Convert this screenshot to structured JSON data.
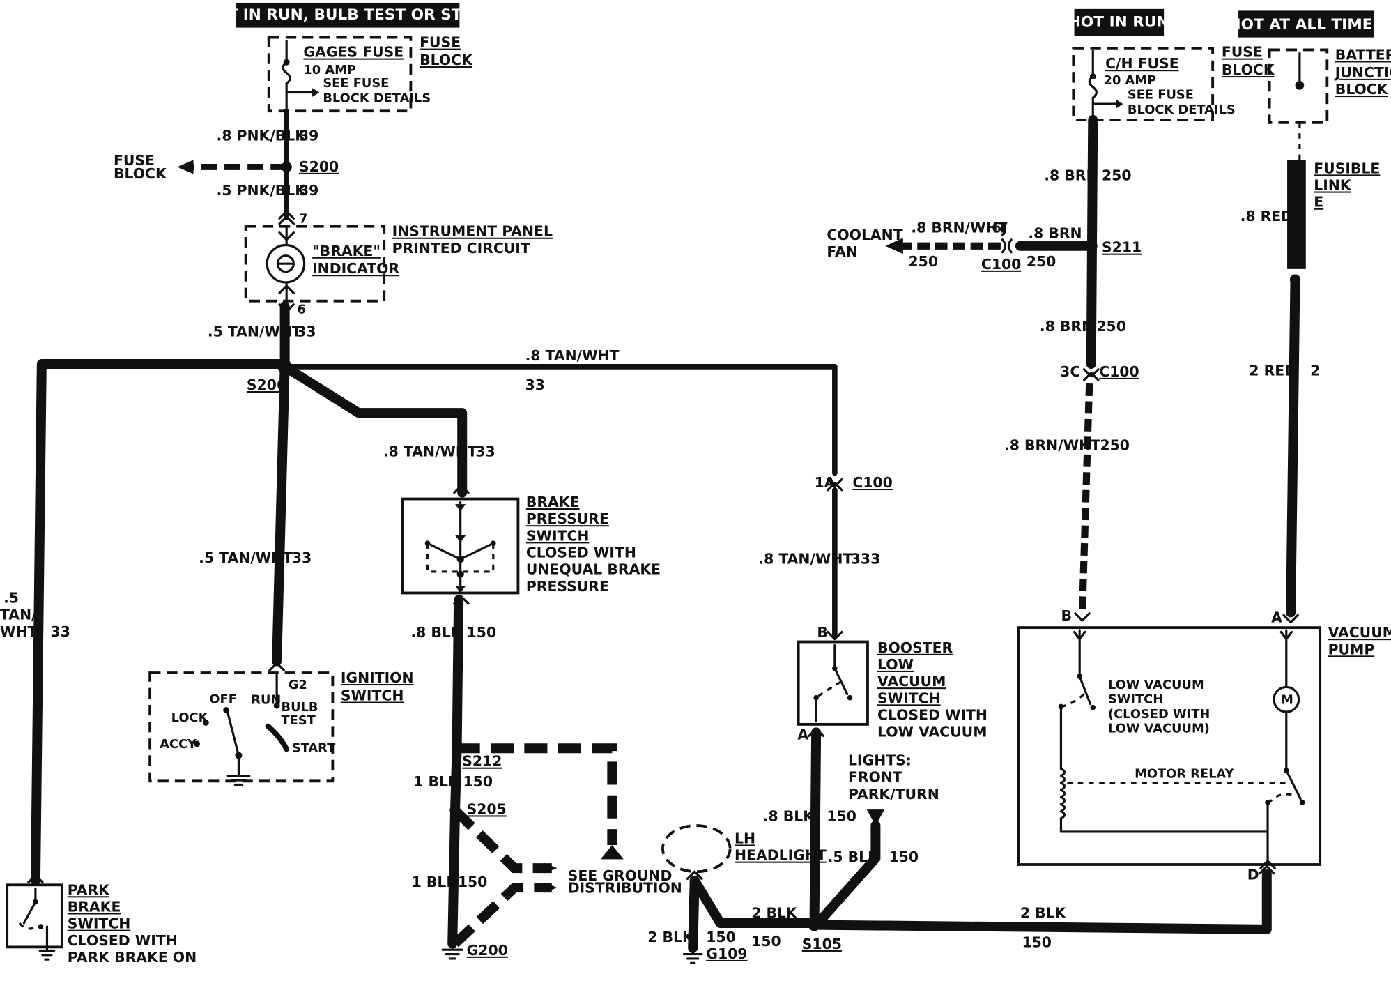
{
  "headers": {
    "run_bulb": "HOT IN RUN, BULB TEST OR START",
    "run": "HOT IN RUN",
    "all_times": "HOT AT ALL TIMES"
  },
  "fuses": {
    "gages_name": "GAGES FUSE",
    "gages_amp": "10 AMP",
    "see_fuse_1": "SEE FUSE",
    "block_details_1": "BLOCK DETAILS",
    "fuse_block_1a": "FUSE",
    "fuse_block_1b": "BLOCK",
    "ch_name": "C/H FUSE",
    "ch_amp": "20 AMP",
    "see_fuse_2": "SEE FUSE",
    "block_details_2": "BLOCK DETAILS",
    "fuse_block_2a": "FUSE",
    "fuse_block_2b": "BLOCK",
    "battery_1": "BATTERY",
    "battery_2": "JUNCTION",
    "battery_3": "BLOCK",
    "fusible_1": "FUSIBLE",
    "fusible_2": "LINK",
    "fusible_3": "E"
  },
  "labels": {
    "fuse_block_arrow_1": "FUSE",
    "fuse_block_arrow_2": "BLOCK",
    "pnk_top": ".8 PNK/BLK",
    "c39_a": "39",
    "s200": "S200",
    "pnk_bot": ".5 PNK/BLK",
    "c39_b": "39",
    "pin7": "7",
    "ip_1": "INSTRUMENT PANEL",
    "ip_2": "PRINTED CIRCUIT",
    "brake_ind_1": "\"BRAKE\"",
    "brake_ind_2": "INDICATOR",
    "pin6": "6",
    "tan_a": ".5 TAN/WHT",
    "c33_a": "33",
    "s206": "S206",
    "tan_top": ".8 TAN/WHT",
    "c33_top": "33",
    "tan_b": ".8 TAN/WHT",
    "c33_b": "33",
    "brake_press_1": "BRAKE",
    "brake_press_2": "PRESSURE",
    "brake_press_3": "SWITCH",
    "brake_press_4": "CLOSED WITH",
    "brake_press_5": "UNEQUAL BRAKE",
    "brake_press_6": "PRESSURE",
    "blk_a": ".8 BLK",
    "c150_a": "150",
    "tan_c": ".5 TAN/WHT",
    "c33_c": "33",
    "tan_left_1": ".5",
    "tan_left_2": "TAN/",
    "tan_left_3": "WHT",
    "c33_left": "33",
    "ign_1": "IGNITION",
    "ign_2": "SWITCH",
    "g2": "G2",
    "off": "OFF",
    "run": "RUN",
    "bulb": "BULB",
    "test": "TEST",
    "lock": "LOCK",
    "accy": "ACCY",
    "start": "START",
    "s212": "S212",
    "blk_b": "1 BLK",
    "c150_b": "150",
    "s205": "S205",
    "blk_c": "1 BLK",
    "c150_c": "150",
    "see_ground_1": "SEE GROUND",
    "see_ground_2": "DISTRIBUTION",
    "g200": "G200",
    "park_1": "PARK",
    "park_2": "BRAKE",
    "park_3": "SWITCH",
    "park_4": "CLOSED WITH",
    "park_5": "PARK BRAKE ON",
    "pin_1a": "1A",
    "c100_a": "C100",
    "tan_d": ".8 TAN/WHT",
    "c333": "333",
    "pin_b": "B",
    "booster_1": "BOOSTER",
    "booster_2": "LOW",
    "booster_3": "VACUUM",
    "booster_4": "SWITCH",
    "booster_5": "CLOSED WITH",
    "booster_6": "LOW VACUUM",
    "pin_a": "A",
    "lights_1": "LIGHTS:",
    "lights_2": "FRONT",
    "lights_3": "PARK/TURN",
    "blk_d": ".8 BLK",
    "c150_d": "150",
    "blk_e": ".5 BLK",
    "c150_e": "150",
    "lh_1": "LH",
    "lh_2": "HEADLIGHT",
    "blk_f": "2 BLK",
    "c150_f": "150",
    "blk_g": "2 BLK",
    "c150_g": "150",
    "s105": "S105",
    "g109": "G109",
    "blk_h": "2 BLK",
    "c150_h": "150",
    "pin_d": "D",
    "coolant_1": "COOLANT",
    "coolant_2": "FAN",
    "brnwht_a": ".8 BRN/WHT",
    "pin_6j": "6J",
    "brn_a": ".8 BRN",
    "c250_a": "250",
    "c100_b": "C100",
    "c250_b": "250",
    "s211": "S211",
    "brn_b": ".8 BRN",
    "c250_c": "250",
    "brn_c": ".8 BRN",
    "c250_d": "250",
    "pin_3c": "3C",
    "c100_c": "C100",
    "brnwht_b": ".8 BRN/WHT",
    "c250_e": "250",
    "red_a": ".8 RED",
    "red_b": "2 RED",
    "c2": "2",
    "pin_b2": "B",
    "pin_a2": "A",
    "vac_1": "VACUUM",
    "vac_2": "PUMP",
    "lvs_1": "LOW VACUUM",
    "lvs_2": "SWITCH",
    "lvs_3": "(CLOSED WITH",
    "lvs_4": "LOW VACUUM)",
    "motor_relay": "MOTOR RELAY",
    "motor": "M"
  }
}
